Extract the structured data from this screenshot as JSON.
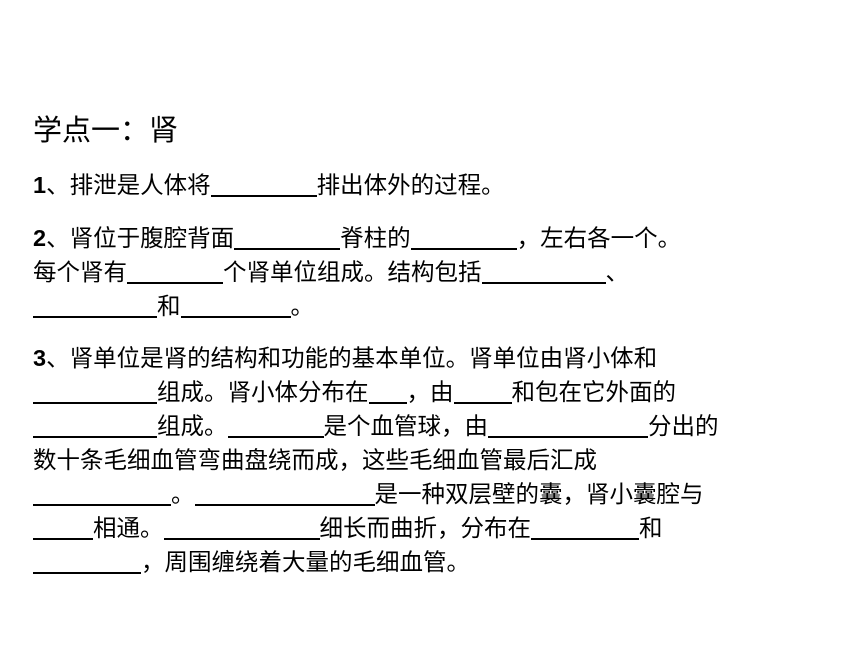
{
  "title": "学点一：肾",
  "q1": {
    "num": "1",
    "a": "、排泄是人体将",
    "b": "排出体外的过程。"
  },
  "q2": {
    "num": "2",
    "a": "、肾位于腹腔背面",
    "b": "脊柱的",
    "c": "，左右各一个。",
    "d": "每个肾有",
    "e": "个肾单位组成。结构包括",
    "f": "、",
    "g": "和",
    "h": "。"
  },
  "q3": {
    "num": "3",
    "a": "、肾单位是肾的结构和功能的基本单位。肾单位由肾小体和",
    "b": "组成。肾小体分布在",
    "c": "，由",
    "d": "和包在它外面的",
    "e": "组成。",
    "f": "是个血管球，由",
    "g": "分出的",
    "h": "数十条毛细血管弯曲盘绕而成，这些毛细血管最后汇成",
    "i": "。",
    "j": "是一种双层壁的囊，肾小囊腔与",
    "k": "相通。",
    "l": "细长而曲折，分布在",
    "m": "和",
    "n": "，周围缠绕着大量的毛细血管。"
  }
}
